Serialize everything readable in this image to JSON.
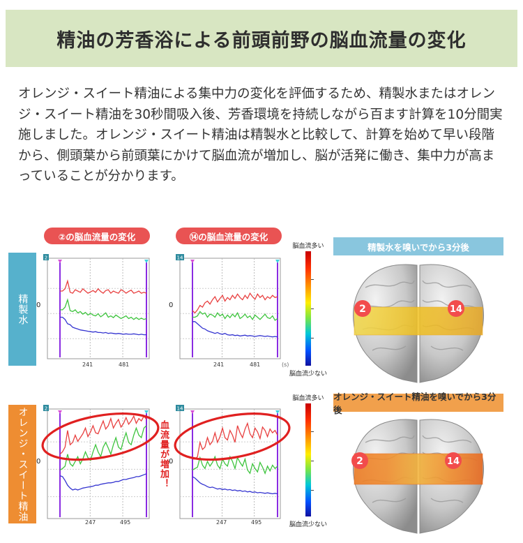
{
  "title": "精油の芳香浴による前頭前野の脳血流量の変化",
  "intro": "オレンジ・スイート精油による集中力の変化を評価するため、精製水またはオレンジ・スイート精油を30秒間吸入後、芳香環境を持続しながら百ます計算を10分間実施しました。オレンジ・スイート精油は精製水と比較して、計算を始めて早い段階から、側頭葉から前頭葉にかけて脳血流が増加し、脳が活発に働き、集中力が高まっていることが分かります。",
  "labels": {
    "water": "精製水",
    "orange": "オレンジ・スイート精油",
    "pill_ch2": "②の脳血流量の変化",
    "pill_ch14": "⑭の脳血流量の変化",
    "increase_note": "血流量が増加！",
    "scale_high": "脳血流多い",
    "scale_low": "脳血流少ない",
    "unit": "(s)",
    "zero": "0",
    "header_water": "精製水を嗅いでから3分後",
    "header_orange": "オレンジ・スイート精油を嗅いでから3分後",
    "channel_2": "2",
    "channel_14": "14"
  },
  "colors": {
    "red_series": "#e84040",
    "green_series": "#3ec43e",
    "blue_series": "#3434d0",
    "marker": "#8a2be2",
    "highlight": "#e02020"
  },
  "chart_data": [
    {
      "type": "line",
      "channel": "2",
      "condition": "精製水",
      "x_ticks": [
        "241",
        "481"
      ],
      "xlim": [
        0,
        600
      ],
      "ylim": [
        -1,
        1.3
      ],
      "series": [
        {
          "values": [
            0.55,
            0.55,
            0.6,
            0.78,
            0.52,
            0.5,
            0.58,
            0.55,
            0.52,
            0.6,
            0.55,
            0.5,
            0.53,
            0.56,
            0.52,
            0.6,
            0.54,
            0.5,
            0.56,
            0.58,
            0.5,
            0.55,
            0.52,
            0.5,
            0.58,
            0.55,
            0.5,
            0.54,
            0.57,
            0.5,
            0.52,
            0.55,
            0.5,
            0.52,
            0.5
          ]
        },
        {
          "values": [
            0.12,
            0.12,
            0.18,
            0.35,
            0.1,
            0.08,
            0.12,
            0.05,
            0.08,
            0.02,
            0.06,
            0.0,
            0.04,
            0.0,
            -0.02,
            0.03,
            -0.04,
            0.0,
            0.05,
            -0.05,
            -0.02,
            -0.06,
            0.0,
            -0.04,
            -0.08,
            -0.05,
            -0.02,
            -0.08,
            -0.05,
            -0.1,
            -0.06,
            -0.1,
            -0.07,
            -0.1,
            -0.08
          ]
        },
        {
          "values": [
            -0.05,
            -0.05,
            -0.1,
            -0.2,
            -0.22,
            -0.28,
            -0.3,
            -0.32,
            -0.34,
            -0.35,
            -0.36,
            -0.37,
            -0.38,
            -0.39,
            -0.38,
            -0.4,
            -0.4,
            -0.41,
            -0.4,
            -0.42,
            -0.41,
            -0.42,
            -0.43,
            -0.42,
            -0.43,
            -0.44,
            -0.43,
            -0.44,
            -0.44,
            -0.43,
            -0.44,
            -0.45,
            -0.44,
            -0.45,
            -0.45
          ]
        }
      ]
    },
    {
      "type": "line",
      "channel": "14",
      "condition": "精製水",
      "x_ticks": [
        "241",
        "481"
      ],
      "xlim": [
        0,
        600
      ],
      "ylim": [
        -1,
        1.3
      ],
      "series": [
        {
          "values": [
            0.1,
            0.05,
            0.12,
            0.22,
            0.18,
            0.28,
            0.32,
            0.25,
            0.35,
            0.42,
            0.3,
            0.38,
            0.45,
            0.32,
            0.4,
            0.35,
            0.45,
            0.38,
            0.48,
            0.4,
            0.35,
            0.45,
            0.38,
            0.5,
            0.42,
            0.36,
            0.48,
            0.4,
            0.45,
            0.35,
            0.42,
            0.38,
            0.45,
            0.4,
            0.42
          ]
        },
        {
          "values": [
            -0.05,
            -0.05,
            -0.02,
            0.08,
            0.02,
            0.05,
            -0.05,
            0.02,
            0.0,
            -0.05,
            0.05,
            -0.02,
            0.02,
            -0.08,
            0.0,
            -0.06,
            0.02,
            -0.04,
            0.05,
            -0.08,
            -0.04,
            0.02,
            -0.06,
            -0.02,
            -0.1,
            0.0,
            -0.05,
            -0.1,
            -0.04,
            0.02,
            -0.06,
            -0.08,
            -0.02,
            -0.12,
            -0.08
          ]
        },
        {
          "values": [
            -0.15,
            -0.15,
            -0.2,
            -0.25,
            -0.3,
            -0.32,
            -0.36,
            -0.38,
            -0.4,
            -0.42,
            -0.4,
            -0.43,
            -0.44,
            -0.42,
            -0.45,
            -0.46,
            -0.45,
            -0.47,
            -0.46,
            -0.48,
            -0.47,
            -0.46,
            -0.48,
            -0.47,
            -0.48,
            -0.49,
            -0.48,
            -0.47,
            -0.48,
            -0.49,
            -0.48,
            -0.49,
            -0.5,
            -0.49,
            -0.5
          ]
        }
      ]
    },
    {
      "type": "line",
      "channel": "2",
      "condition": "オレンジ・スイート精油",
      "x_ticks": [
        "247",
        "495"
      ],
      "xlim": [
        0,
        600
      ],
      "ylim": [
        -1,
        1.3
      ],
      "series": [
        {
          "values": [
            0.35,
            0.4,
            0.5,
            0.85,
            0.55,
            0.6,
            0.75,
            0.62,
            0.7,
            0.78,
            0.9,
            0.72,
            0.82,
            0.95,
            0.8,
            0.78,
            0.92,
            1.05,
            0.88,
            0.95,
            1.1,
            0.9,
            1.0,
            1.08,
            0.92,
            1.0,
            1.12,
            0.98,
            1.05,
            1.15,
            1.0,
            1.1,
            1.05,
            1.15,
            1.08
          ]
        },
        {
          "values": [
            0.02,
            0.05,
            0.1,
            0.35,
            0.15,
            0.1,
            0.2,
            0.3,
            0.15,
            0.25,
            0.4,
            0.28,
            0.22,
            0.4,
            0.55,
            0.4,
            0.3,
            0.5,
            0.6,
            0.48,
            0.35,
            0.55,
            0.7,
            0.5,
            0.45,
            0.65,
            0.8,
            0.6,
            0.55,
            0.75,
            0.9,
            0.75,
            0.7,
            0.9,
            0.95
          ]
        },
        {
          "values": [
            -0.1,
            -0.12,
            -0.2,
            -0.3,
            -0.36,
            -0.4,
            -0.38,
            -0.4,
            -0.38,
            -0.36,
            -0.35,
            -0.34,
            -0.33,
            -0.32,
            -0.3,
            -0.3,
            -0.28,
            -0.27,
            -0.26,
            -0.25,
            -0.25,
            -0.24,
            -0.22,
            -0.22,
            -0.2,
            -0.18,
            -0.18,
            -0.16,
            -0.15,
            -0.14,
            -0.12,
            -0.12,
            -0.1,
            -0.08,
            -0.06
          ]
        }
      ]
    },
    {
      "type": "line",
      "channel": "14",
      "condition": "オレンジ・スイート精油",
      "x_ticks": [
        "247",
        "495"
      ],
      "xlim": [
        0,
        600
      ],
      "ylim": [
        -1,
        1.3
      ],
      "series": [
        {
          "values": [
            0.25,
            0.25,
            0.3,
            0.6,
            0.45,
            0.5,
            0.7,
            0.55,
            0.62,
            0.8,
            0.6,
            0.72,
            0.9,
            0.7,
            0.65,
            0.85,
            0.75,
            0.6,
            0.95,
            0.8,
            0.7,
            0.88,
            1.0,
            0.78,
            0.7,
            0.9,
            0.82,
            0.68,
            0.92,
            0.85,
            0.72,
            0.88,
            0.8,
            0.85,
            0.75
          ]
        },
        {
          "values": [
            0.02,
            0.05,
            0.08,
            0.28,
            0.12,
            0.05,
            0.2,
            0.1,
            0.18,
            0.3,
            0.12,
            0.05,
            0.25,
            0.15,
            0.1,
            0.3,
            0.2,
            0.05,
            0.28,
            0.18,
            0.1,
            0.25,
            0.02,
            -0.05,
            0.15,
            0.05,
            -0.02,
            0.18,
            0.08,
            -0.05,
            0.1,
            0.0,
            0.12,
            0.05,
            0.1
          ]
        },
        {
          "values": [
            -0.12,
            -0.15,
            -0.2,
            -0.25,
            -0.28,
            -0.3,
            -0.33,
            -0.35,
            -0.34,
            -0.36,
            -0.38,
            -0.37,
            -0.39,
            -0.38,
            -0.4,
            -0.39,
            -0.41,
            -0.4,
            -0.42,
            -0.41,
            -0.43,
            -0.42,
            -0.44,
            -0.43,
            -0.45,
            -0.44,
            -0.46,
            -0.45,
            -0.46,
            -0.47,
            -0.46,
            -0.47,
            -0.48,
            -0.47,
            -0.48
          ]
        }
      ]
    }
  ]
}
